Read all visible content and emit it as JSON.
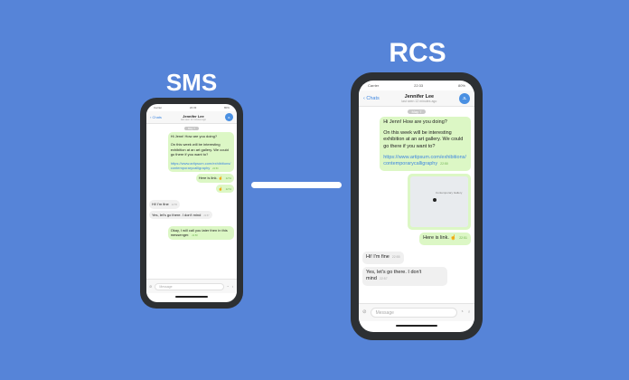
{
  "labels": {
    "sms": "SMS",
    "rcs": "RCS"
  },
  "colors": {
    "background": "#5684d8",
    "outgoing_bubble": "#dcf7c5",
    "accent": "#3d86e0"
  },
  "status": {
    "carrier": "Carrier",
    "time": "22:33",
    "battery": "80%"
  },
  "header": {
    "back": "Chats",
    "name": "Jennifer Lee",
    "subtitle": "last seen 12 minutes ago",
    "avatar": "JL"
  },
  "date_chip": "May 7",
  "messages": {
    "greeting": "Hi Jenn! How are you doing?",
    "invite": "On this week will be interesting exhibition at an art gallery. We could go there if you want to?",
    "link": "https://www.artipsum.com/exhibitions/contemporarycalligraphy",
    "link_time": "22:50",
    "map_label": "Contemporary Gallery",
    "here_link": "Here is link. ☝",
    "here_time": "22:51",
    "thumb": "☝",
    "thumb_time": "22:51",
    "fine": "Hi! I'm fine",
    "fine_time": "22:55",
    "go": "Yes, let's go there. I don't mind",
    "go_time": "22:57",
    "later": "Okay, I will call you later then in this messenger.",
    "later_time": "22:58"
  },
  "input": {
    "placeholder": "Message"
  }
}
